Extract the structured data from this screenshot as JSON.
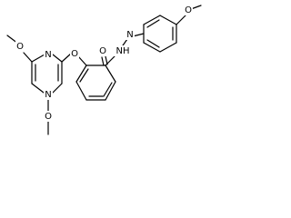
{
  "molecule": {
    "atoms": {
      "o_top": "O",
      "nh1": "NH",
      "nh2": "N",
      "o_carbonyl": "O",
      "o_ether": "O",
      "n_pyr_upper": "N",
      "n_pyr_lower": "N",
      "o_left_upper": "O",
      "o_left_lower": "O"
    }
  }
}
